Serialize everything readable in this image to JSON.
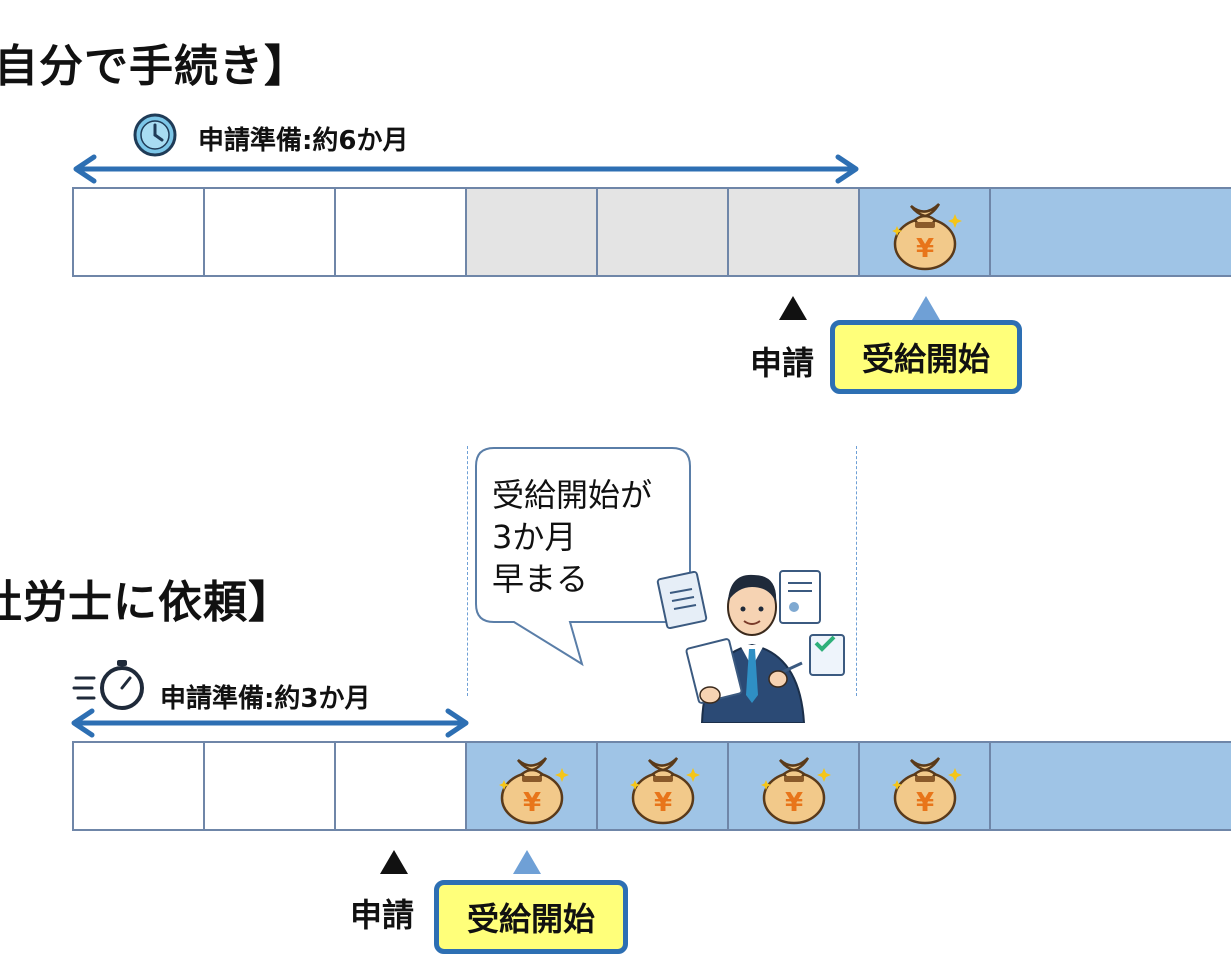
{
  "self": {
    "heading": "自分で手続き】",
    "prep_label": "申請準備:約6か月",
    "apply_label": "申請",
    "start_label": "受給開始"
  },
  "agent": {
    "heading": "社労士に依頼】",
    "prep_label": "申請準備:約3か月",
    "apply_label": "申請",
    "start_label": "受給開始"
  },
  "bubble": {
    "lines": [
      "受給開始が",
      "3か月",
      "早まる"
    ]
  },
  "colors": {
    "arrow": "#2d6fb3",
    "cell_blue": "#9fc4e6",
    "cell_grey": "#e4e4e4",
    "badge_fill": "#ffff7a",
    "badge_border": "#2d6fb3",
    "coin_bag": "#f2c98a",
    "yen": "#e8751a"
  },
  "icons": [
    "clock-icon",
    "stopwatch-icon",
    "money-bag-icon",
    "businessman-with-documents-icon"
  ]
}
